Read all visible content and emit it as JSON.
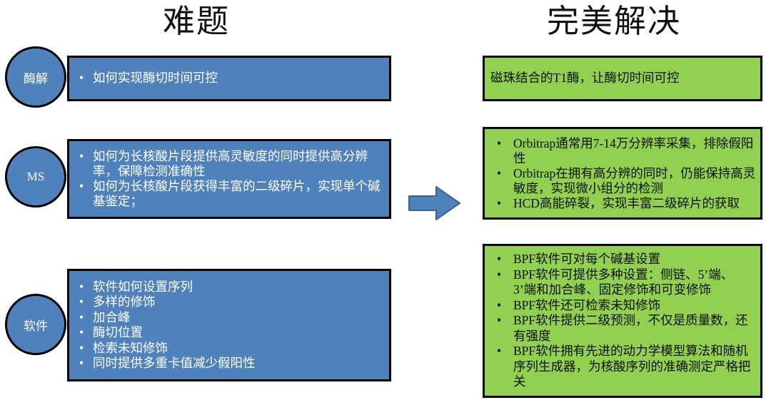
{
  "titles": {
    "left": "难题",
    "right": "完美解决"
  },
  "colors": {
    "blue_fill": "#4f81bd",
    "green_fill": "#92d050",
    "box_border": "#000000",
    "arrow_fill": "#4f81bd",
    "arrow_stroke": "#3f618e",
    "blue_text": "#ffffff",
    "green_text": "#0d0d00",
    "title_text": "#111111"
  },
  "left_column": {
    "rows": [
      {
        "circle_label": "酶解",
        "bullets": [
          "如何实现酶切时间可控"
        ]
      },
      {
        "circle_label": "MS",
        "bullets": [
          "如何为长核酸片段提供高灵敏度的同时提供高分辨率，保障检测准确性",
          "如何为长核酸片段获得丰富的二级碎片，实现单个碱基鉴定；"
        ]
      },
      {
        "circle_label": "软件",
        "bullets": [
          "软件如何设置序列",
          "多样的修饰",
          "加合峰",
          "酶切位置",
          "检索未知修饰",
          "同时提供多重卡值减少假阳性"
        ]
      }
    ]
  },
  "right_column": {
    "boxes": [
      {
        "text": "磁珠结合的T1酶，让酶切时间可控"
      },
      {
        "bullets": [
          "Orbitrap通常用7-14万分辨率采集，排除假阳性",
          "Orbitrap在拥有高分辨的同时，仍能保持高灵敏度，实现微小组分的检测",
          "HCD高能碎裂，实现丰富二级碎片的获取"
        ]
      },
      {
        "bullets": [
          "BPF软件可对每个碱基设置",
          "BPF软件可提供多种设置：侧链、5’端、3’端和加合峰、固定修饰和可变修饰",
          "BPF软件还可检索未知修饰",
          "BPF软件提供二级预测，不仅是质量数，还有强度",
          "BPF软件拥有先进的动力学模型算法和随机序列生成器，为核酸序列的准确测定严格把关"
        ]
      }
    ]
  }
}
